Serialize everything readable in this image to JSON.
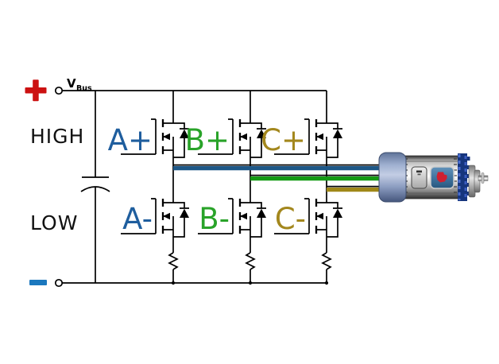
{
  "terminals": {
    "positive_symbol": "+",
    "negative_symbol": "−",
    "positive_color": "#cc1111",
    "negative_color": "#1b78be",
    "vbus_label": "V",
    "vbus_subscript": "Bus"
  },
  "side_labels": {
    "high": "HIGH",
    "low": "LOW"
  },
  "phases": [
    {
      "name": "A",
      "high_label": "A+",
      "low_label": "A-",
      "label_color": "#1f5e9e",
      "wire_color": "#1d5787"
    },
    {
      "name": "B",
      "high_label": "B+",
      "low_label": "B-",
      "label_color": "#29a329",
      "wire_color": "#149a14"
    },
    {
      "name": "C",
      "high_label": "C+",
      "low_label": "C-",
      "label_color": "#a3871d",
      "wire_color": "#a08818"
    }
  ],
  "icons": {
    "motor": "bldc-motor-image",
    "ti_logo": "ti-logo-icon",
    "capacitor": "dc-bus-capacitor-icon",
    "mosfet": "n-channel-mosfet-with-body-diode-icon",
    "resistor": "shunt-resistor-icon"
  },
  "colors": {
    "line": "#000000",
    "background": "#ffffff",
    "motor_ring": "#16357d",
    "ti_red": "#cf2030"
  }
}
